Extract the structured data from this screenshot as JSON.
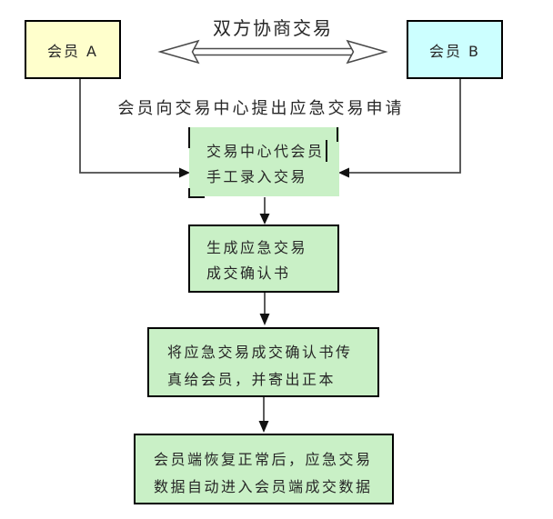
{
  "diagram": {
    "title": "双方协商交易",
    "request_label": "会员向交易中心提出应急交易申请",
    "member_a": {
      "label": "会员 A"
    },
    "member_b": {
      "label": "会员 B"
    },
    "steps": [
      {
        "line1": "交易中心代会员",
        "line2": "手工录入交易"
      },
      {
        "line1": "生成应急交易",
        "line2": "成交确认书"
      },
      {
        "line1": "将应急交易成交确认书传",
        "line2": "真给会员，并寄出正本"
      },
      {
        "line1": "会员端恢复正常后，应急交易",
        "line2": "数据自动进入会员端成交数据"
      }
    ]
  },
  "colors": {
    "member_a_fill": "#FFFFCC",
    "member_b_fill": "#CCFFFF",
    "step_fill": "#C9F0C6",
    "box_border": "#000000",
    "connector": "#4A4A4A",
    "text": "#262626"
  }
}
